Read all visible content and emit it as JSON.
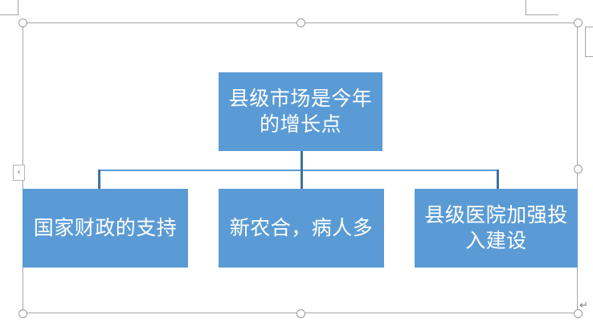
{
  "app": {
    "surface": "document-canvas",
    "background_color": "#FFFFFF"
  },
  "colors": {
    "node_fill": "#5B9BD5",
    "node_text": "#FFFFFF",
    "connector": "#41719C",
    "connector_light": "#5B9BD5",
    "frame_border": "#A6A6A6",
    "handle_border": "#9A9A9A",
    "margin_mark": "#A6A6A6",
    "paragraph_mark": "#808080"
  },
  "smartart": {
    "type": "hierarchy-organization-chart",
    "selected": true,
    "text_pane_toggle": {
      "icon": "chevron-left-icon",
      "glyph": "‹"
    },
    "root": {
      "text": "县级市场是今年的增长点",
      "line_1": "县级市场是今",
      "line_2": "年的增长点"
    },
    "children": [
      {
        "text": "国家财政的支持",
        "line_1": "国家财政的支",
        "line_2": "持"
      },
      {
        "text": "新农合，病人多",
        "line_1": "新农合，病人",
        "line_2": "多"
      },
      {
        "text": "县级医院加强投入建设",
        "line_1": "县级医院加强",
        "line_2": "投入建设"
      }
    ]
  },
  "document": {
    "paragraph_mark": "↵"
  }
}
